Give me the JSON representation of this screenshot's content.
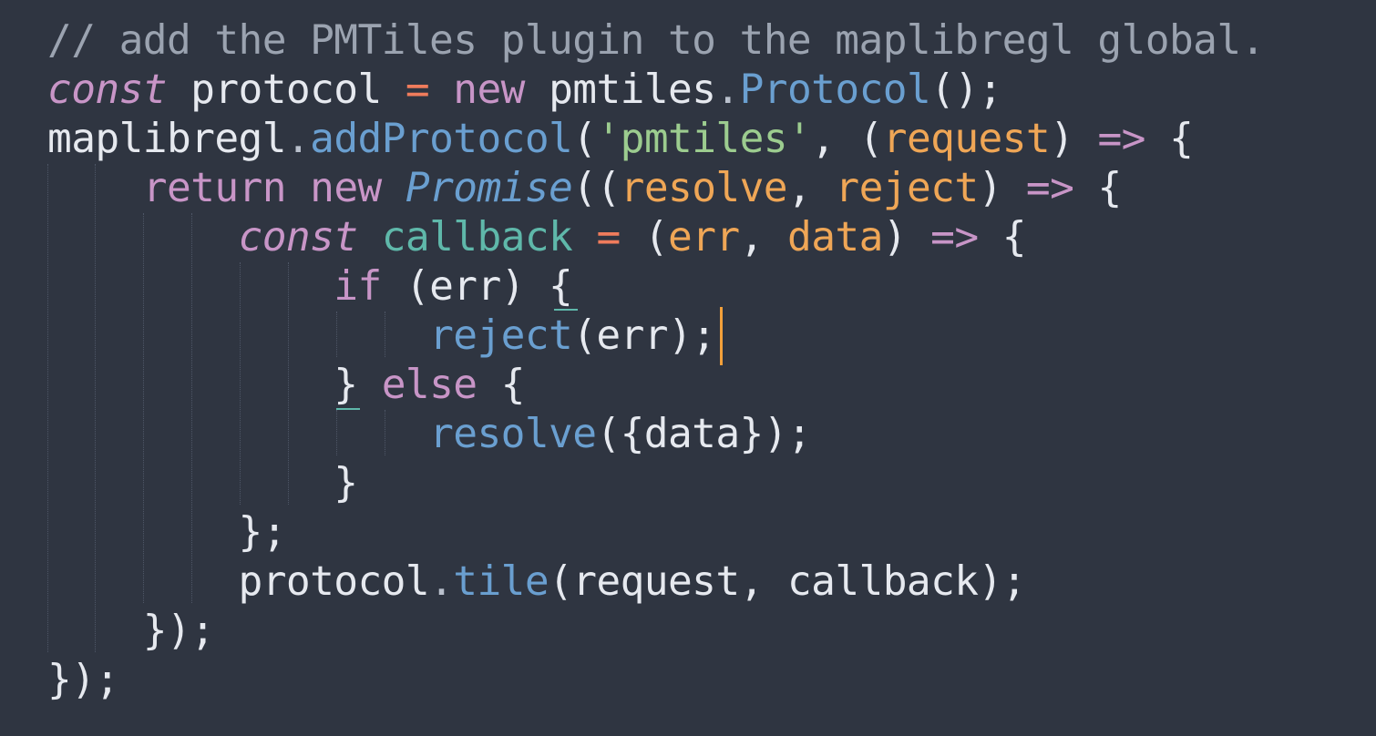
{
  "editor": {
    "lines": [
      [
        {
          "t": "// add the PMTiles plugin to the maplibregl global.",
          "c": "comment"
        }
      ],
      [
        {
          "t": "const",
          "c": "storage"
        },
        {
          "t": " protocol ",
          "c": "var"
        },
        {
          "t": "=",
          "c": "op"
        },
        {
          "t": " ",
          "c": "var"
        },
        {
          "t": "new",
          "c": "keyword"
        },
        {
          "t": " pmtiles",
          "c": "var"
        },
        {
          "t": ".",
          "c": "dim"
        },
        {
          "t": "Protocol",
          "c": "method"
        },
        {
          "t": "();",
          "c": "punct"
        }
      ],
      [
        {
          "t": "maplibregl",
          "c": "var"
        },
        {
          "t": ".",
          "c": "dim"
        },
        {
          "t": "addProtocol",
          "c": "method"
        },
        {
          "t": "(",
          "c": "punct"
        },
        {
          "t": "'pmtiles'",
          "c": "string"
        },
        {
          "t": ", (",
          "c": "punct"
        },
        {
          "t": "request",
          "c": "param"
        },
        {
          "t": ") ",
          "c": "punct"
        },
        {
          "t": "=>",
          "c": "arrow"
        },
        {
          "t": " {",
          "c": "punct"
        }
      ],
      [
        {
          "t": "    ",
          "c": "var"
        },
        {
          "t": "return",
          "c": "keyword"
        },
        {
          "t": " ",
          "c": "var"
        },
        {
          "t": "new",
          "c": "keyword"
        },
        {
          "t": " ",
          "c": "var"
        },
        {
          "t": "Promise",
          "c": "class"
        },
        {
          "t": "((",
          "c": "punct"
        },
        {
          "t": "resolve",
          "c": "param"
        },
        {
          "t": ", ",
          "c": "punct"
        },
        {
          "t": "reject",
          "c": "param"
        },
        {
          "t": ") ",
          "c": "punct"
        },
        {
          "t": "=>",
          "c": "arrow"
        },
        {
          "t": " {",
          "c": "punct"
        }
      ],
      [
        {
          "t": "        ",
          "c": "var"
        },
        {
          "t": "const",
          "c": "storage"
        },
        {
          "t": " ",
          "c": "var"
        },
        {
          "t": "callback",
          "c": "callback"
        },
        {
          "t": " ",
          "c": "var"
        },
        {
          "t": "=",
          "c": "op"
        },
        {
          "t": " (",
          "c": "punct"
        },
        {
          "t": "err",
          "c": "param"
        },
        {
          "t": ", ",
          "c": "punct"
        },
        {
          "t": "data",
          "c": "param"
        },
        {
          "t": ") ",
          "c": "punct"
        },
        {
          "t": "=>",
          "c": "arrow"
        },
        {
          "t": " {",
          "c": "punct"
        }
      ],
      [
        {
          "t": "            ",
          "c": "var"
        },
        {
          "t": "if",
          "c": "keyword"
        },
        {
          "t": " (err) {",
          "c": "punct"
        }
      ],
      [
        {
          "t": "                ",
          "c": "var"
        },
        {
          "t": "reject",
          "c": "method"
        },
        {
          "t": "(err);",
          "c": "punct"
        }
      ],
      [
        {
          "t": "            } ",
          "c": "punct"
        },
        {
          "t": "else",
          "c": "keyword"
        },
        {
          "t": " {",
          "c": "punct"
        }
      ],
      [
        {
          "t": "                ",
          "c": "var"
        },
        {
          "t": "resolve",
          "c": "method"
        },
        {
          "t": "({data});",
          "c": "punct"
        }
      ],
      [
        {
          "t": "            }",
          "c": "punct"
        }
      ],
      [
        {
          "t": "        };",
          "c": "punct"
        }
      ],
      [
        {
          "t": "        protocol",
          "c": "var"
        },
        {
          "t": ".",
          "c": "dim"
        },
        {
          "t": "tile",
          "c": "method"
        },
        {
          "t": "(request, callback);",
          "c": "punct"
        }
      ],
      [
        {
          "t": "    });",
          "c": "punct"
        }
      ],
      [
        {
          "t": "});",
          "c": "punct"
        }
      ]
    ]
  },
  "colors": {
    "background": "#2f3541",
    "comment": "#9ba3b0",
    "keyword": "#c895c7",
    "method": "#6a9fd0",
    "string": "#9ccc8f",
    "param": "#efa656",
    "callback": "#5fb8aa",
    "operator": "#f07c5c",
    "caret": "#f3a03a"
  }
}
